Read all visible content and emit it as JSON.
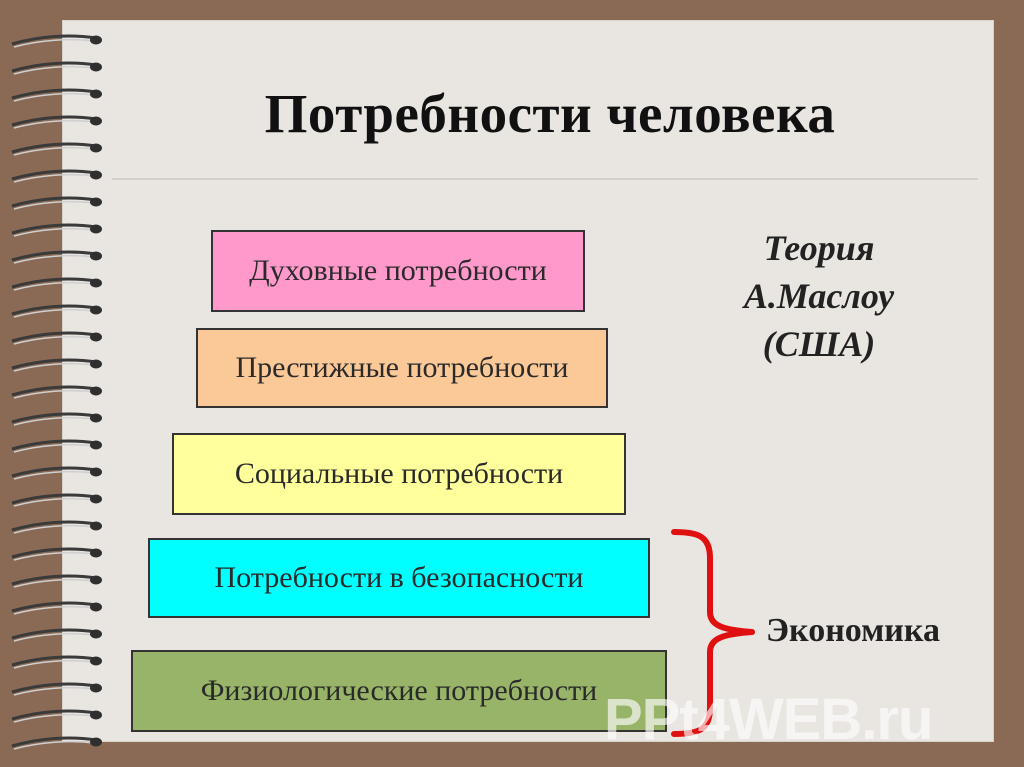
{
  "title": "Потребности человека",
  "pyramid": [
    {
      "label": "Духовные потребности",
      "color": "#ff99cc"
    },
    {
      "label": "Престижные потребности",
      "color": "#fbc898"
    },
    {
      "label": "Социальные потребности",
      "color": "#ffff9c"
    },
    {
      "label": "Потребности в безопасности",
      "color": "#00ffff"
    },
    {
      "label": "Физиологические потребности",
      "color": "#98b468"
    }
  ],
  "theory": {
    "line1": "Теория",
    "line2": "А.Маслоу",
    "line3": "(США)"
  },
  "brace_color": "#e01010",
  "economics_label": "Экономика",
  "watermark": "PPt4WEB.ru"
}
